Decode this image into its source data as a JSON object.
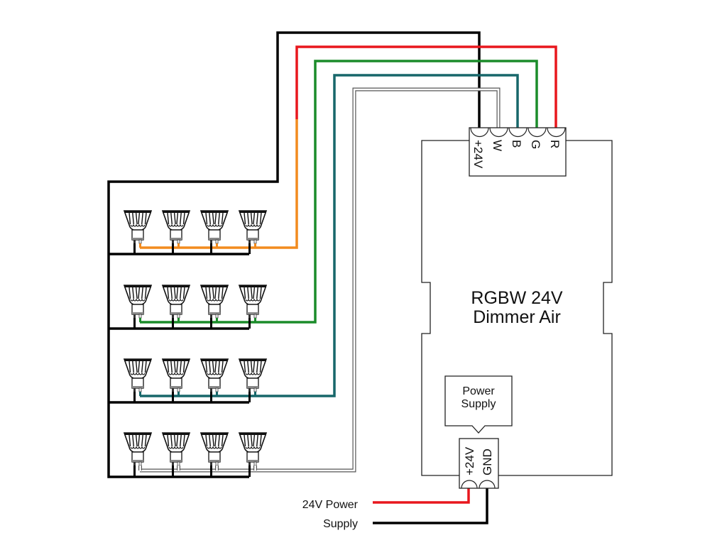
{
  "device": {
    "title_line1": "RGBW 24V",
    "title_line2": "Dimmer Air",
    "output_terminals": [
      "+24V",
      "W",
      "B",
      "G",
      "R"
    ],
    "input_terminals": [
      "+24V",
      "GND"
    ],
    "callout_line1": "Power",
    "callout_line2": "Supply"
  },
  "supply": {
    "label_line1": "24V Power",
    "label_line2": "Supply"
  },
  "wire_colors": {
    "plus24v": "#000000",
    "R": "#e8171d",
    "G": "#1b8c2a",
    "B": "#17676a",
    "W": "#ffffff",
    "W_outline": "#555555",
    "R_to_lamps": "#f28b1e",
    "gnd": "#000000"
  },
  "lamp_groups": [
    {
      "channel": "R",
      "lamp_count": 4
    },
    {
      "channel": "G",
      "lamp_count": 4
    },
    {
      "channel": "B",
      "lamp_count": 4
    },
    {
      "channel": "W",
      "lamp_count": 4
    }
  ]
}
